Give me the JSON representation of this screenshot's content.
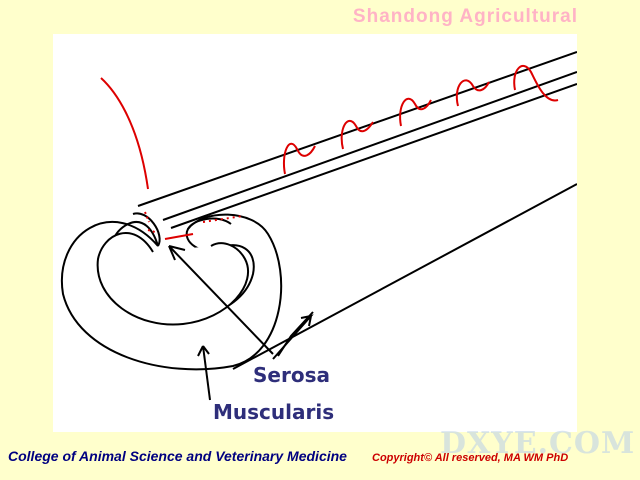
{
  "header": {
    "title": "Shandong Agricultural"
  },
  "diagram": {
    "labels": {
      "serosa": "Serosa",
      "muscularis": "Muscularis"
    },
    "colors": {
      "outline": "#000000",
      "suture": "#dd0000",
      "label": "#2e2e7a",
      "background": "#ffffcc",
      "panel": "#ffffff"
    }
  },
  "footer": {
    "college": "College of Animal Science and Veterinary Medicine",
    "copyright": "Copyright© All reserved, MA WM PhD"
  },
  "watermark": {
    "text": "DXYE.COM"
  }
}
